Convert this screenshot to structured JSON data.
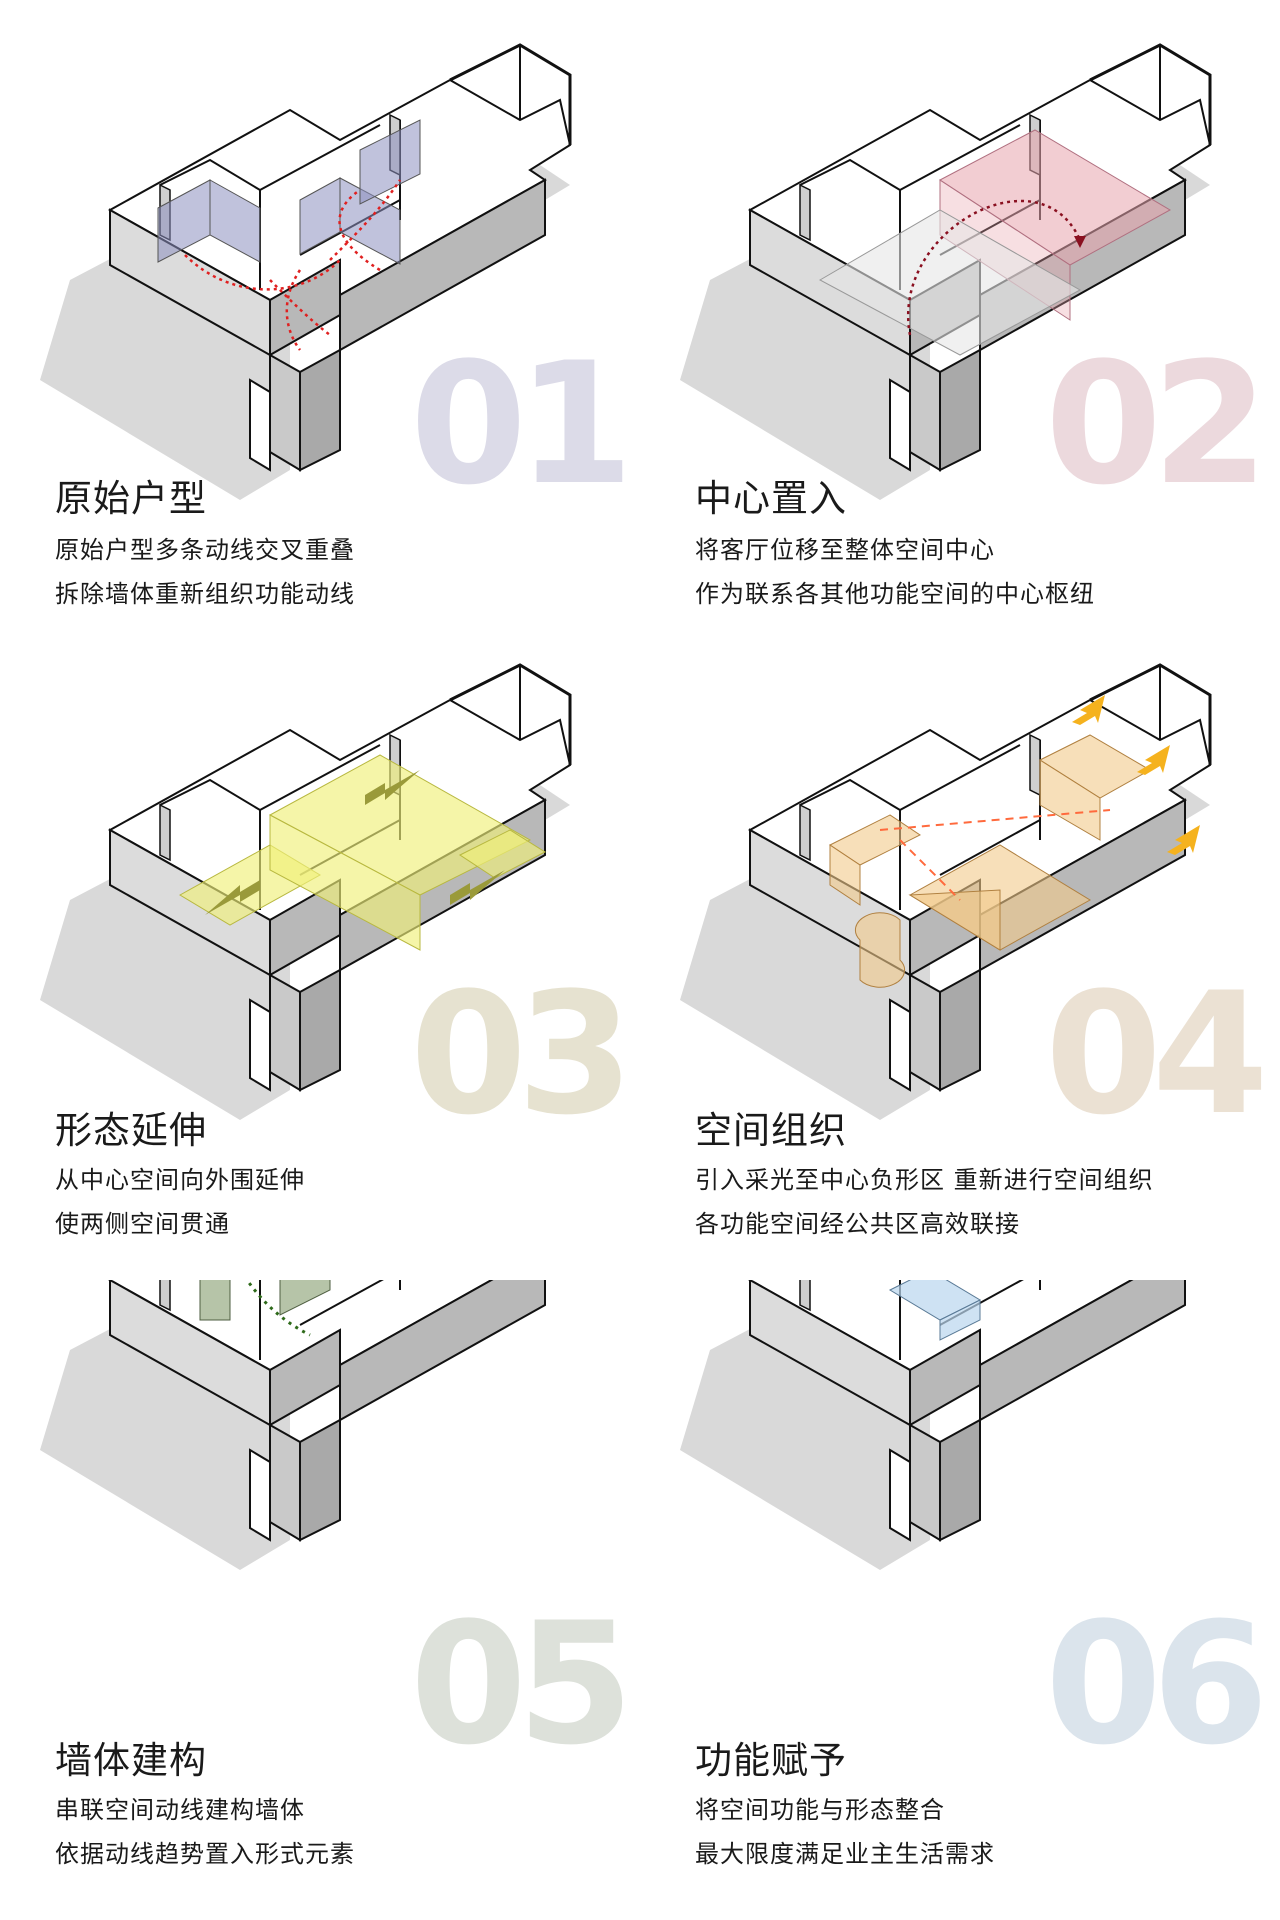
{
  "panels": [
    {
      "number": "01",
      "title": "原始户型",
      "lines": [
        "原始户型多条动线交叉重叠",
        "拆除墙体重新组织功能动线"
      ],
      "number_color": "#dcdbe8",
      "accent": "#8d8fc0"
    },
    {
      "number": "02",
      "title": "中心置入",
      "lines": [
        "将客厅位移至整体空间中心",
        "作为联系各其他功能空间的中心枢纽"
      ],
      "number_color": "#ecd9dd",
      "accent": "#e8a4ad"
    },
    {
      "number": "03",
      "title": "形态延伸",
      "lines": [
        "从中心空间向外围延伸",
        "使两侧空间贯通"
      ],
      "number_color": "#e6e2d0",
      "accent": "#f0f07a"
    },
    {
      "number": "04",
      "title": "空间组织",
      "lines": [
        "引入采光至中心负形区 重新进行空间组织",
        "各功能空间经公共区高效联接"
      ],
      "number_color": "#ebe1d3",
      "accent": "#f2c98a"
    },
    {
      "number": "05",
      "title": "墙体建构",
      "lines": [
        "串联空间动线建构墙体",
        "依据动线趋势置入形式元素"
      ],
      "number_color": "#dde1da",
      "accent": "#9db08a"
    },
    {
      "number": "06",
      "title": "功能赋予",
      "lines": [
        "将空间功能与形态整合",
        "最大限度满足业主生活需求"
      ],
      "number_color": "#dbe4ec",
      "accent": "#b9d6ee"
    }
  ]
}
